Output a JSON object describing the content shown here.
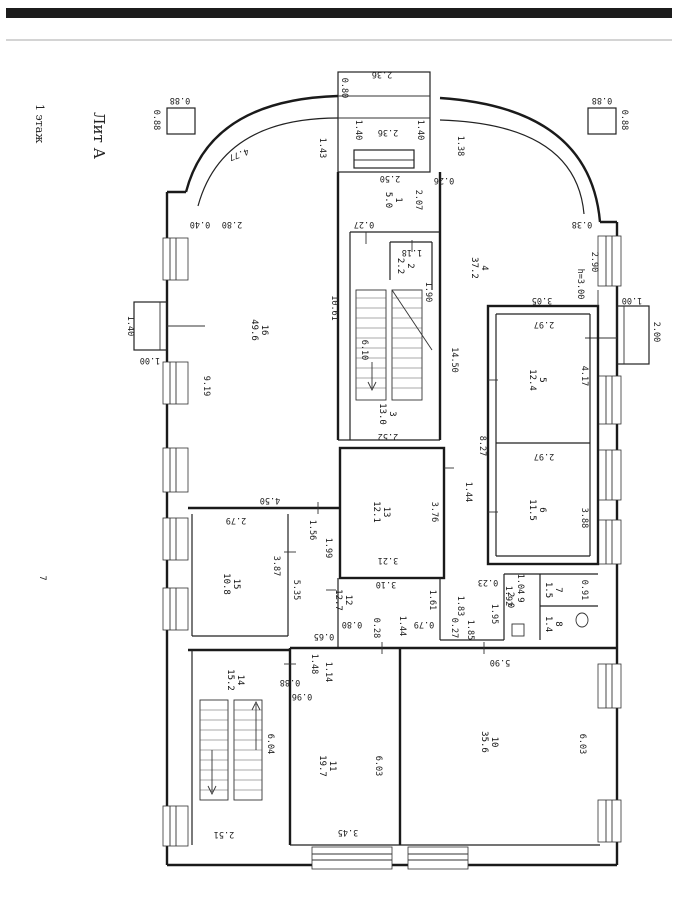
{
  "header": {
    "floor_label": "1 этаж",
    "letter_label": "Лит А"
  },
  "rooms": [
    {
      "id": "room-1",
      "no": "1",
      "area": "5.0"
    },
    {
      "id": "room-2",
      "no": "2",
      "area": "2.2"
    },
    {
      "id": "room-3",
      "no": "3",
      "area": "13.0"
    },
    {
      "id": "room-4",
      "no": "4",
      "area": "37.2"
    },
    {
      "id": "room-5",
      "no": "5",
      "area": "12.4"
    },
    {
      "id": "room-6",
      "no": "6",
      "area": "11.5"
    },
    {
      "id": "room-7",
      "no": "7",
      "area": "1.5"
    },
    {
      "id": "room-8",
      "no": "8",
      "area": "1.4"
    },
    {
      "id": "room-9",
      "no": "9",
      "area": "2.0"
    },
    {
      "id": "room-10",
      "no": "10",
      "area": "35.6"
    },
    {
      "id": "room-11",
      "no": "11",
      "area": "19.7"
    },
    {
      "id": "room-12",
      "no": "12",
      "area": "12.7"
    },
    {
      "id": "room-13",
      "no": "13",
      "area": "12.1"
    },
    {
      "id": "room-14",
      "no": "14",
      "area": "15.2"
    },
    {
      "id": "room-15",
      "no": "15",
      "area": "10.8"
    },
    {
      "id": "room-16",
      "no": "16",
      "area": "49.6"
    }
  ],
  "dimensions": {
    "d_236_top": "2.36",
    "d_080": "0.80",
    "d_140_l": "1.40",
    "d_236_mid": "2.36",
    "d_140_r": "1.40",
    "d_088_l": "0.88",
    "d_088_lv": "0.88",
    "d_088_r": "0.88",
    "d_088_rv": "0.88",
    "d_477": "4.77",
    "d_143": "1.43",
    "d_138": "1.38",
    "d_250": "2.50",
    "d_026": "0.26",
    "d_207": "2.07",
    "d_027": "0.27",
    "d_118": "1.18",
    "d_190": "1.90",
    "d_040": "0.40",
    "d_280": "2.80",
    "d_038": "0.38",
    "d_290": "2.90",
    "d_h300": "h=3.00",
    "d_305": "3.05",
    "d_100_r": "1.00",
    "d_200": "2.00",
    "d_140_w": "1.40",
    "d_100_w": "1.00",
    "d_1061": "10.61",
    "d_610": "6.10",
    "d_1450": "14.50",
    "d_297_a": "2.97",
    "d_417": "4.17",
    "d_919": "9.19",
    "d_252": "2.52",
    "d_827": "8.27",
    "d_297_b": "2.97",
    "d_450": "4.50",
    "d_144": "1.44",
    "d_376": "3.76",
    "d_388": "3.88",
    "d_279": "2.79",
    "d_156": "1.56",
    "d_199": "1.99",
    "d_387": "3.87",
    "d_535": "5.35",
    "d_321": "3.21",
    "d_310": "3.10",
    "d_023": "0.23",
    "d_104": "1.04",
    "d_192": "1.92",
    "d_091": "0.91",
    "d_161": "1.61",
    "d_183": "1.83",
    "d_195": "1.95",
    "d_185": "1.85",
    "d_065": "0.65",
    "d_080_b": "0.80",
    "d_028": "0.28",
    "d_144_b": "1.44",
    "d_079": "0.79",
    "d_027_b": "0.27",
    "d_590": "5.90",
    "d_148": "1.48",
    "d_088_b": "0.88",
    "d_114": "1.14",
    "d_096": "0.96",
    "d_604": "6.04",
    "d_603_a": "6.03",
    "d_603_b": "6.03",
    "d_345": "3.45",
    "d_251": "2.51"
  },
  "page_mark": "7"
}
